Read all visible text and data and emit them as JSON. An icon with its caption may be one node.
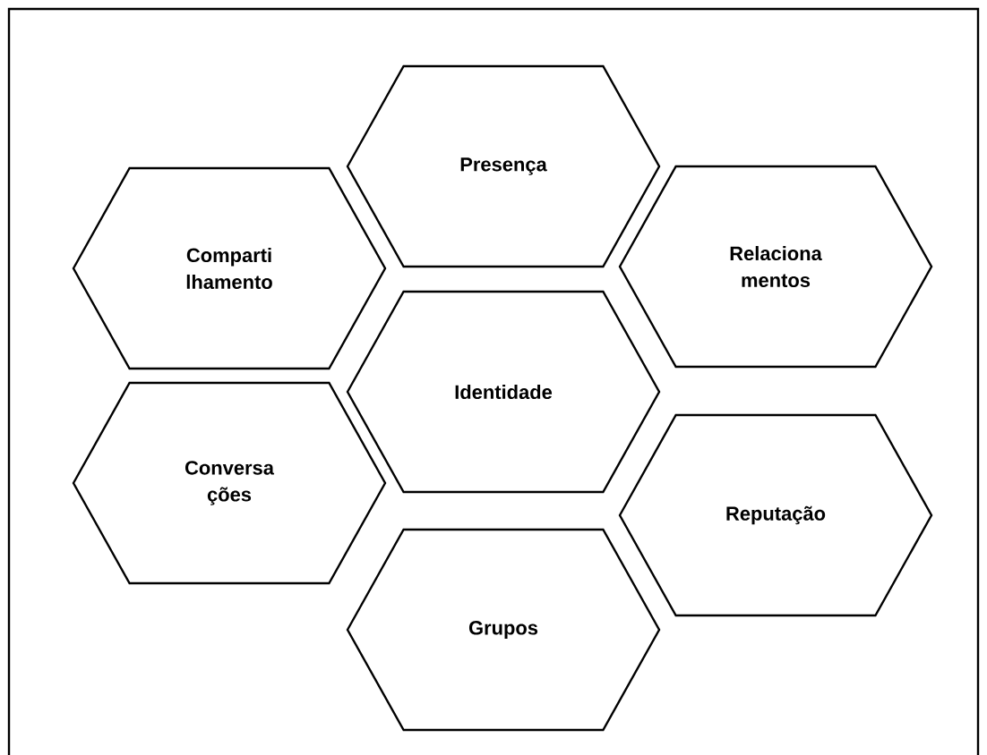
{
  "diagram": {
    "nodes": [
      {
        "text": [
          "Presença"
        ]
      },
      {
        "text": [
          "Comparti lhamento"
        ]
      },
      {
        "text": [
          "Relaciona mentos"
        ]
      },
      {
        "text": [
          "Identidade"
        ]
      },
      {
        "text": [
          "Conversa ções"
        ]
      },
      {
        "text": [
          "Reputação"
        ]
      },
      {
        "text": [
          "Grupos"
        ]
      }
    ]
  }
}
